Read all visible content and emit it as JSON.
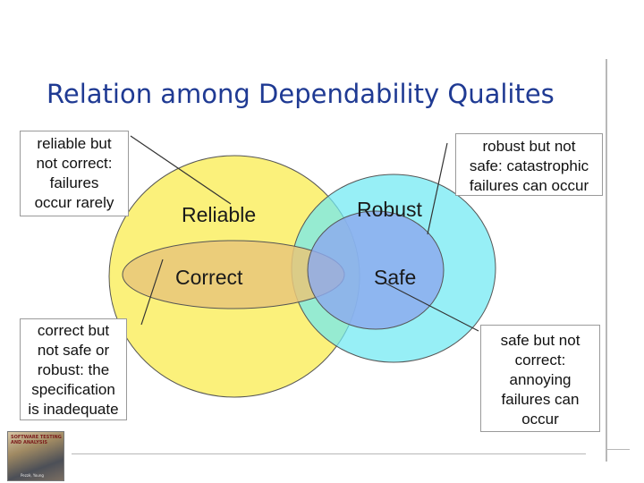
{
  "title": "Relation among Dependability Qualites",
  "sets": {
    "reliable": {
      "label": "Reliable",
      "color": "#fbf17b"
    },
    "robust": {
      "label": "Robust",
      "color": "#6fe9f2"
    },
    "correct": {
      "label": "Correct",
      "color": "#e7c77a"
    },
    "safe": {
      "label": "Safe",
      "color": "#8ca9ee"
    }
  },
  "notes": {
    "reliable_not_correct": [
      "reliable but",
      "not correct:",
      "failures",
      "occur rarely"
    ],
    "robust_not_safe": [
      "robust but not",
      "safe: catastrophic",
      "failures can occur"
    ],
    "correct_not_safe": [
      "correct but",
      "not safe or",
      "robust: the",
      "specification",
      "is inadequate"
    ],
    "safe_not_correct": [
      "safe but not",
      "correct:",
      "annoying",
      "failures can",
      "occur"
    ]
  },
  "book_cover": {
    "title_lines": [
      "SOFTWARE TESTING",
      "AND ANALYSIS"
    ],
    "author_lines": [
      "Pezzè, Young"
    ]
  }
}
